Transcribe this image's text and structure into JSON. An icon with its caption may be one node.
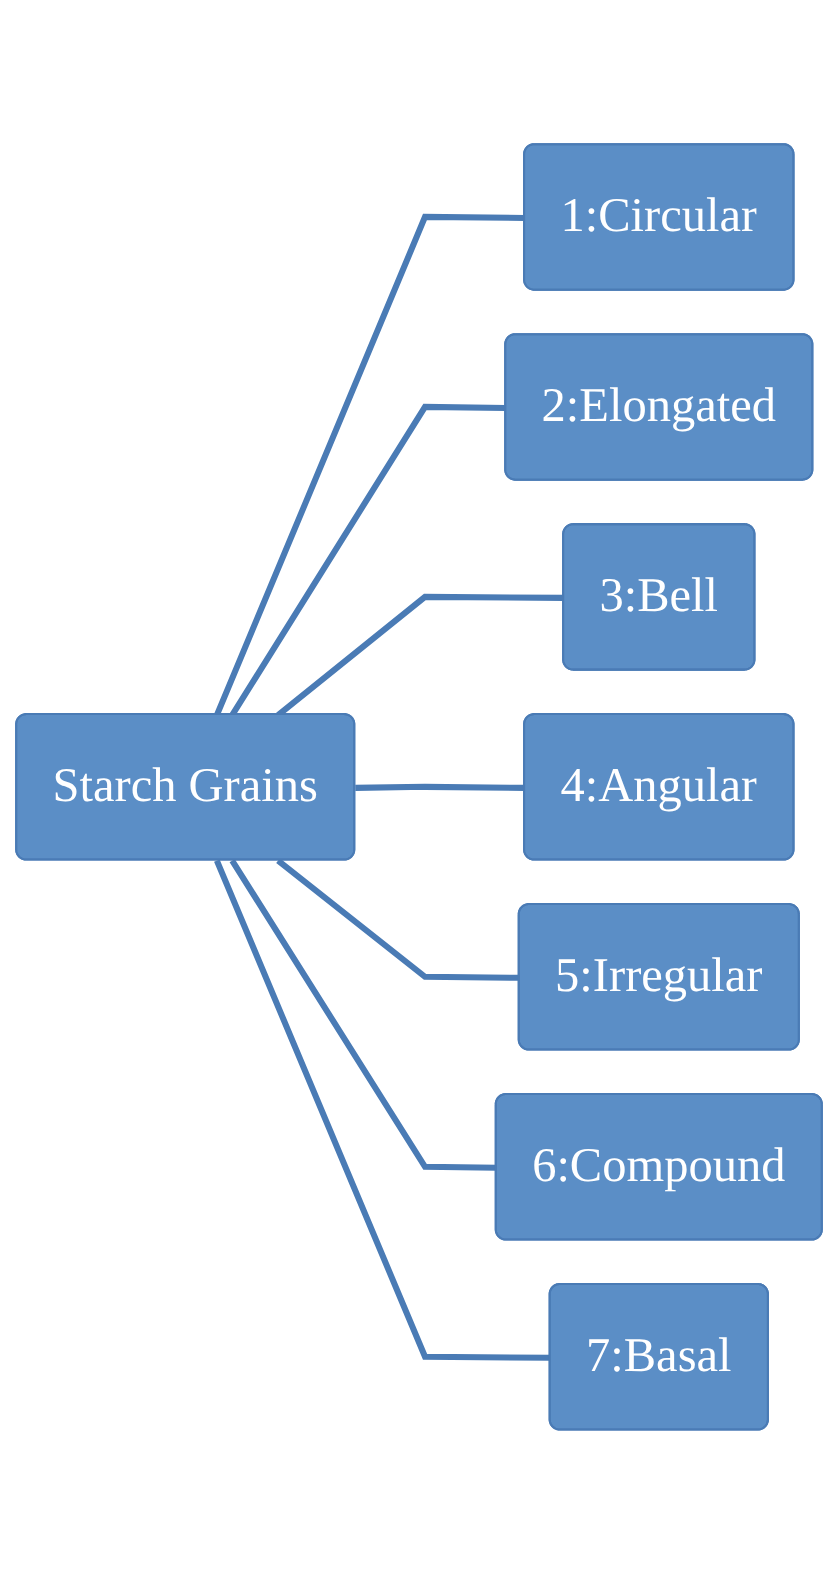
{
  "diagram": {
    "nodes": [
      {
        "text": [
          "Starch Grains"
        ]
      },
      {
        "text": [
          "1:Circular"
        ]
      },
      {
        "text": [
          "2:Elongated"
        ]
      },
      {
        "text": [
          "3:Bell"
        ]
      },
      {
        "text": [
          "4:Angular"
        ]
      },
      {
        "text": [
          "5:Irregular"
        ]
      },
      {
        "text": [
          "6:Compound"
        ]
      },
      {
        "text": [
          "7:Basal"
        ]
      }
    ],
    "edges": [
      {
        "from": 0,
        "to": 1,
        "arrow": "none"
      },
      {
        "from": 0,
        "to": 2,
        "arrow": "none"
      },
      {
        "from": 0,
        "to": 3,
        "arrow": "none"
      },
      {
        "from": 0,
        "to": 4,
        "arrow": "none"
      },
      {
        "from": 0,
        "to": 5,
        "arrow": "none"
      },
      {
        "from": 0,
        "to": 6,
        "arrow": "none"
      },
      {
        "from": 0,
        "to": 7,
        "arrow": "none"
      }
    ]
  }
}
